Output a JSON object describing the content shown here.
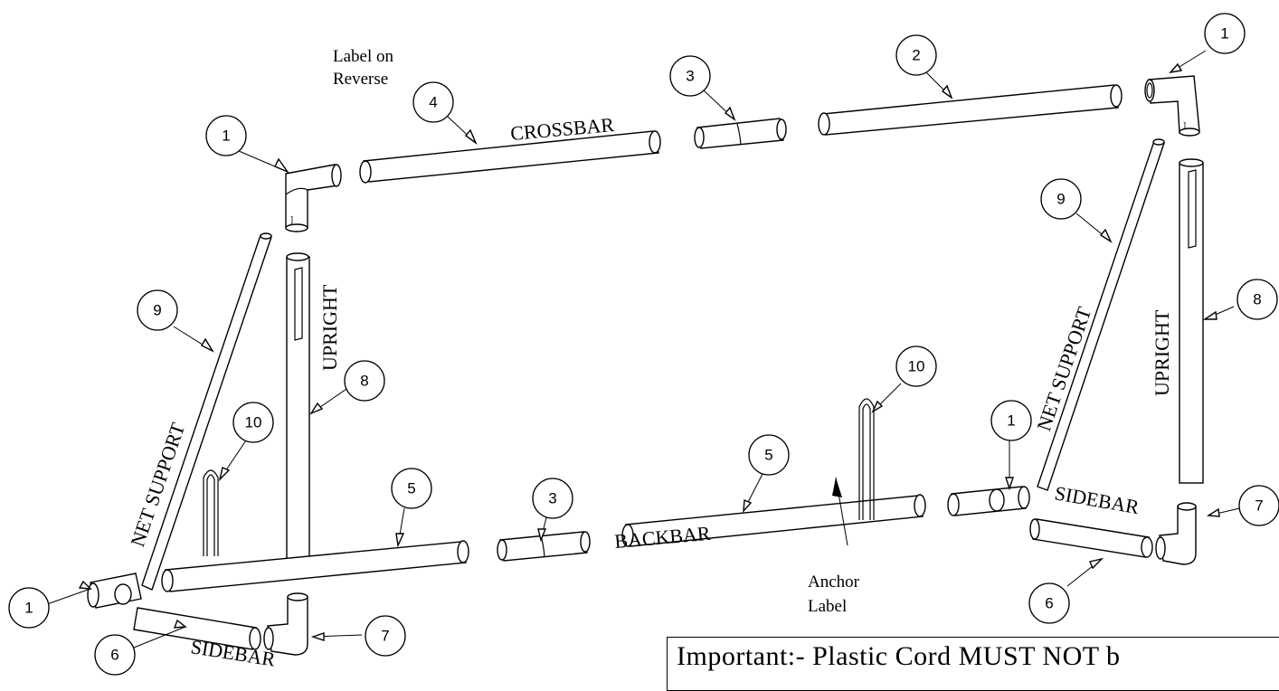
{
  "callouts": {
    "c1a": "1",
    "c1b": "1",
    "c1c": "1",
    "c1d": "1",
    "c2": "2",
    "c3a": "3",
    "c3b": "3",
    "c4": "4",
    "c5a": "5",
    "c5b": "5",
    "c6a": "6",
    "c6b": "6",
    "c7a": "7",
    "c7b": "7",
    "c8a": "8",
    "c8b": "8",
    "c9a": "9",
    "c9b": "9",
    "c10a": "10",
    "c10b": "10"
  },
  "labels": {
    "crossbar": "CROSSBAR",
    "backbar": "BACKBAR",
    "sidebar_left": "SIDEBAR",
    "sidebar_right": "SIDEBAR",
    "upright_left": "UPRIGHT",
    "upright_right": "UPRIGHT",
    "net_support_left": "NET SUPPORT",
    "net_support_right": "NET SUPPORT"
  },
  "notes": {
    "label_reverse_line1": "Label on",
    "label_reverse_line2": "Reverse",
    "anchor_line1": "Anchor",
    "anchor_line2": "Label"
  },
  "notice_box": {
    "text": "Important:- Plastic Cord MUST NOT b"
  }
}
